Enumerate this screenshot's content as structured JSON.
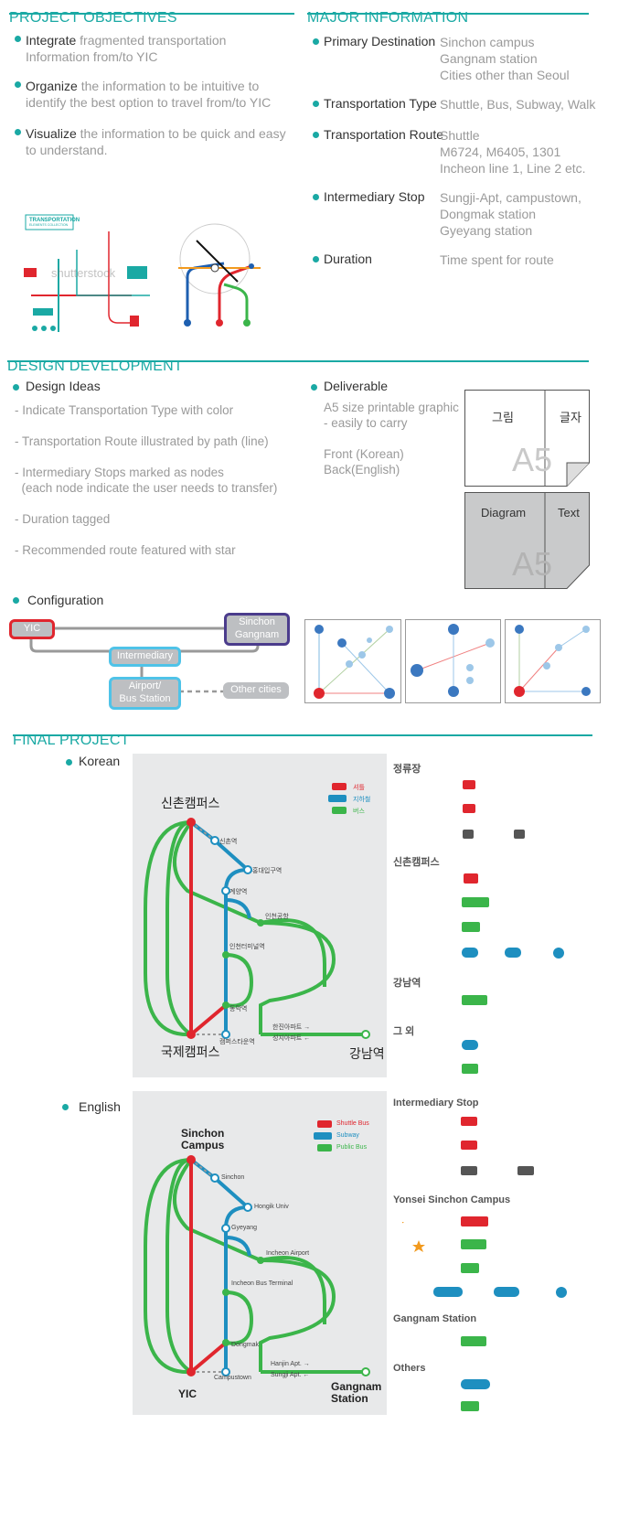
{
  "sections": {
    "objectives": "PROJECT OBJECTIVES",
    "major": "MAJOR INFORMATION",
    "design": "DESIGN DEVELOPMENT",
    "final": "FINAL PROJECT"
  },
  "objectives": [
    {
      "key": "Integrate",
      "rest": " fragmented transportation Information from/to YIC"
    },
    {
      "key": "Organize",
      "rest": " the information to be intuitive to identify the best option to travel from/to YIC"
    },
    {
      "key": "Visualize",
      "rest": " the information to be quick and easy to understand."
    }
  ],
  "reference_images": {
    "left_title": "TRANSPORTATION",
    "left_sub": "ELEMENTS COLLECTION",
    "watermark": "shutterstock"
  },
  "major_info": [
    {
      "label": "Primary Destination",
      "values": [
        "Sinchon campus",
        "Gangnam station",
        "Cities other than Seoul"
      ]
    },
    {
      "label": "Transportation Type",
      "values": [
        "Shuttle, Bus, Subway, Walk"
      ]
    },
    {
      "label": "Transportation Route",
      "values": [
        "Shuttle",
        "M6724, M6405, 1301",
        "Incheon line 1, Line 2  etc."
      ]
    },
    {
      "label": "Intermediary Stop",
      "values": [
        "Sungji-Apt, campustown,",
        "Dongmak station",
        "Gyeyang station"
      ]
    },
    {
      "label": "Duration",
      "values": [
        "Time spent for route"
      ]
    }
  ],
  "design_ideas": {
    "title": "Design Ideas",
    "items": [
      "- Indicate Transportation Type with color",
      "- Transportation Route illustrated by path (line)",
      "- Intermediary Stops marked as nodes",
      "  (each node indicate the user needs to transfer)",
      "- Duration tagged",
      "- Recommended route featured with star"
    ]
  },
  "deliverable": {
    "title": "Deliverable",
    "line1": "A5 size printable graphic",
    "line2": "- easily to carry",
    "line3": "Front (Korean)",
    "line4": "Back(English)",
    "card1_left": "그림",
    "card1_right": "글자",
    "card2_left": "Diagram",
    "card2_right": "Text",
    "size": "A5"
  },
  "configuration": {
    "title": "Configuration",
    "yic": "YIC",
    "sinchon": "Sinchon\nGangnam",
    "intermediary": "Intermediary",
    "airport": "Airport/\nBus Station",
    "other": "Other cities"
  },
  "final_korean": {
    "title": "Korean",
    "legend": [
      "셔틀",
      "지하철",
      "버스"
    ],
    "stations": {
      "top": "신촌캠퍼스",
      "bottom": "국제캠퍼스",
      "right": "강남역",
      "s1": "신촌역",
      "s2": "홍대입구역",
      "s3": "계양역",
      "s4": "인천공항",
      "s5": "인천터미널역",
      "s6": "동막역",
      "s7": "캠퍼스타운역",
      "s8": "한진아파트 →",
      "s9": "성지아파트 ←"
    },
    "routes": {
      "h1": "정류장",
      "h2": "신촌캠퍼스",
      "h3": "강남역",
      "h4": "그 외"
    }
  },
  "final_english": {
    "title": "English",
    "legend": [
      "Shuttle Bus",
      "Subway",
      "Public Bus"
    ],
    "stations": {
      "top": "Sinchon\nCampus",
      "bottom": "YIC",
      "right": "Gangnam\nStation",
      "s1": "Sinchon",
      "s2": "Hongik Univ",
      "s3": "Gyeyang",
      "s4": "Incheon Airport",
      "s5": "Incheon Bus Terminal",
      "s6": "Dongmak",
      "s7": "Campustown",
      "s8": "Hanjin Apt. →",
      "s9": "Sungji Apt. ←"
    },
    "routes": {
      "h1": "Intermediary Stop",
      "h2": "Yonsei Sinchon Campus",
      "h3": "Gangnam Station",
      "h4": "Others"
    }
  },
  "colors": {
    "accent": "#1aa9a4",
    "shuttle": "#e0262e",
    "subway": "#1e8fc0",
    "bus": "#3bb54a",
    "walk": "#555555"
  }
}
